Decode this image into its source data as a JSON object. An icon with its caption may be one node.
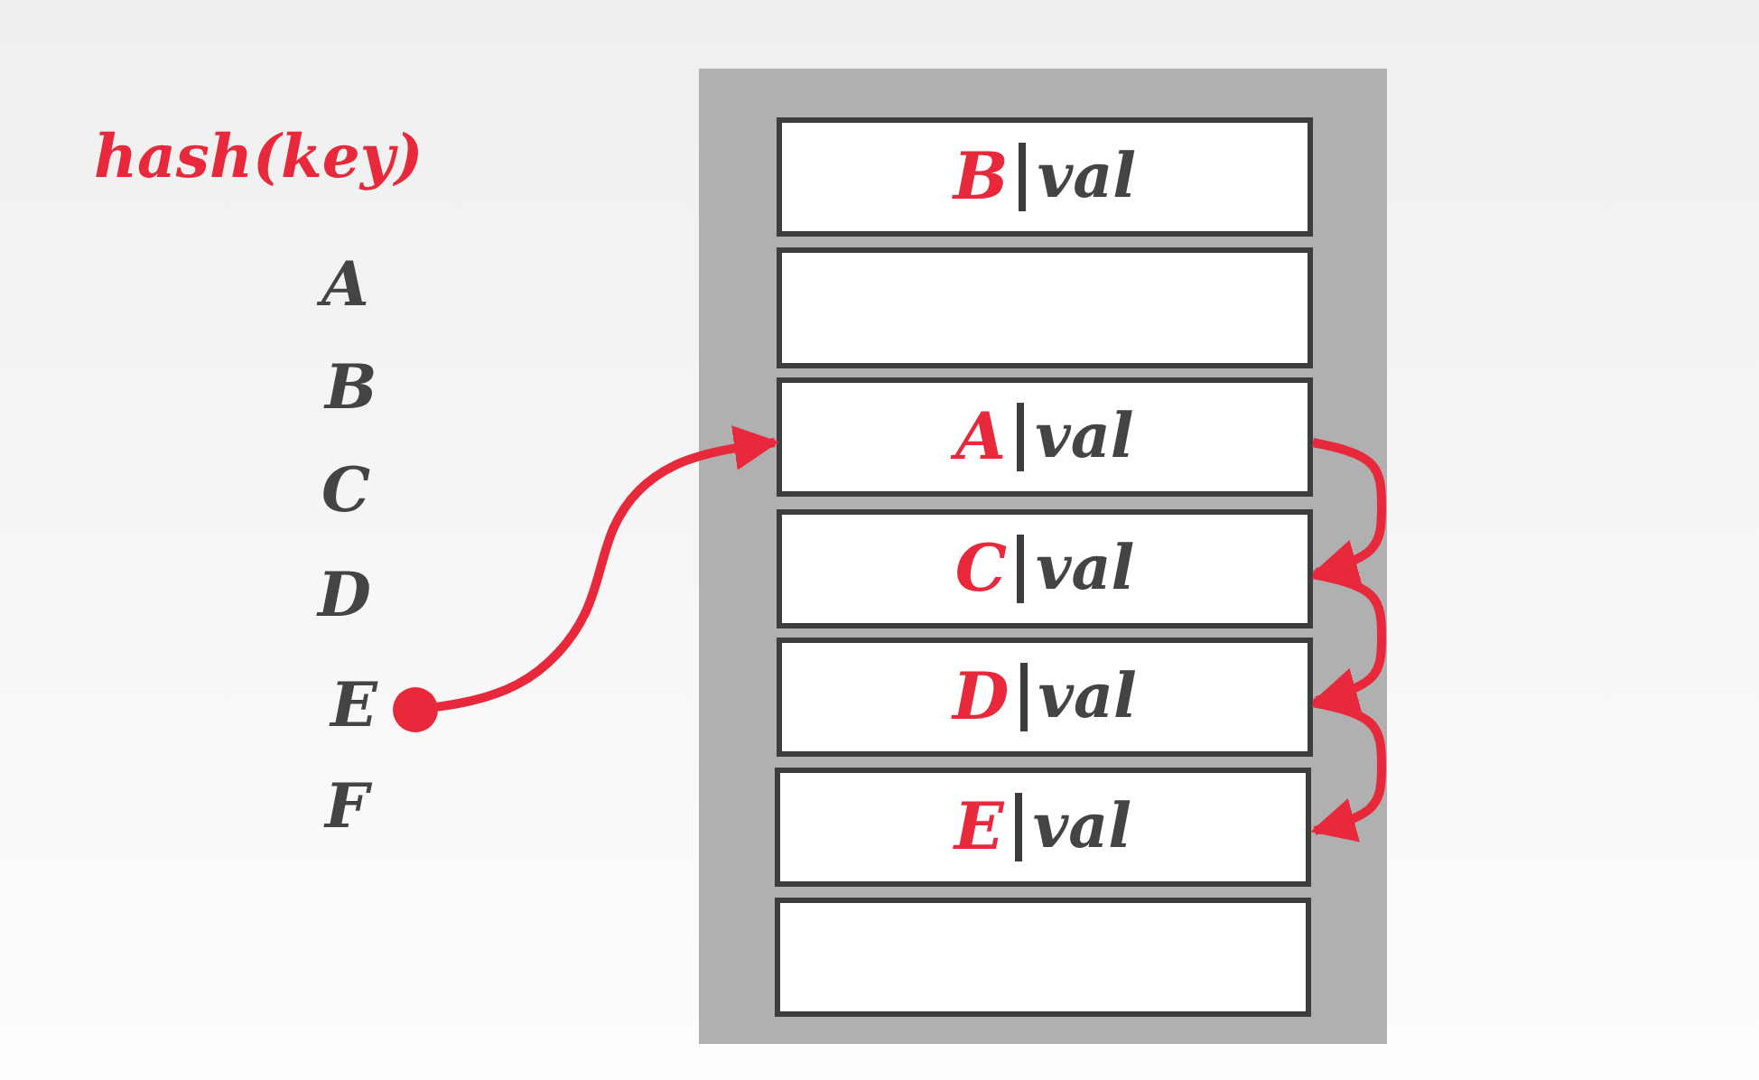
{
  "diagram": {
    "nodes": [
      {
        "text": [],
        "shape": "box"
      },
      {
        "text": [
          "B",
          "val"
        ],
        "in": 0
      },
      {
        "text": [],
        "shape": "box",
        "in": 0
      },
      {
        "text": [
          "A",
          "val"
        ],
        "in": 0
      },
      {
        "text": [
          "C",
          "val"
        ],
        "in": 0
      },
      {
        "text": [
          "D",
          "val"
        ],
        "in": 0
      },
      {
        "text": [
          "E",
          "val"
        ],
        "in": 0
      },
      {
        "text": [],
        "shape": "box",
        "in": 0
      },
      {
        "text": [
          "E"
        ]
      }
    ],
    "edges": [
      {
        "from": 8,
        "to": 3,
        "arrow": "to"
      },
      {
        "from": 3,
        "to": 4,
        "arrow": "to"
      },
      {
        "from": 4,
        "to": 5,
        "arrow": "to"
      },
      {
        "from": 5,
        "to": 6,
        "arrow": "to"
      }
    ],
    "labels": [
      "hash(key)",
      "A",
      "B",
      "C",
      "D",
      "F"
    ]
  }
}
